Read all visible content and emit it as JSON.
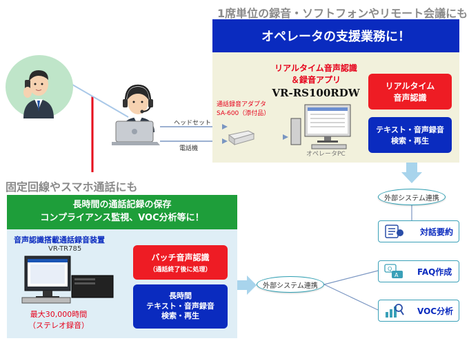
{
  "top_heading": "1席単位の録音・ソフトフォンやリモート会議にも",
  "operator_banner": "オペレータの支援業務に！",
  "app": {
    "line1": "リアルタイム音声認識",
    "line2": "＆録音アプリ",
    "model": "VR-RS100RDW"
  },
  "adapter": {
    "line1": "通話録音アダプタ",
    "line2": "SA-600（添付品）"
  },
  "headset_label": "ヘッドセット",
  "phone_label": "電話機",
  "operator_pc_label": "オペレータPC",
  "rt_box": {
    "line1": "リアルタイム",
    "line2": "音声認識"
  },
  "text_box": {
    "line1": "テキスト・音声録音",
    "line2": "検索・再生"
  },
  "left_heading": "固定回線やスマホ通話にも",
  "green_banner": {
    "line1": "長時間の通話記録の保存",
    "line2": "コンプライアンス監視、VOC分析等に！"
  },
  "device": {
    "title": "音声認識搭載通話録音装置",
    "model": "VR-TR785",
    "cap1": "最大30,000時間",
    "cap2": "（ステレオ録音）"
  },
  "batch_box": {
    "line1": "バッチ音声認識",
    "line2": "（通話終了後に処理）"
  },
  "long_box": {
    "line1": "長時間",
    "line2": "テキスト・音声録音",
    "line3": "検索・再生"
  },
  "ext_link_top": "外部システム連携",
  "ext_link_bottom": "外部システム連携",
  "outputs": {
    "summary": "対話要約",
    "faq": "FAQ作成",
    "voc": "VOC分析"
  }
}
